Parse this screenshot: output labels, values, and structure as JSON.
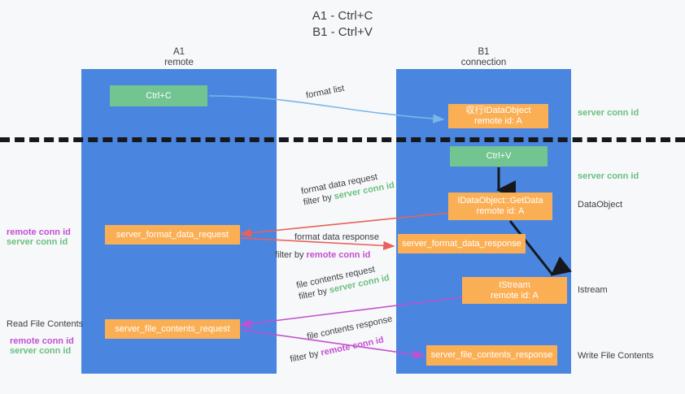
{
  "title": {
    "line1": "A1 - Ctrl+C",
    "line2": "B1 - Ctrl+V"
  },
  "lanes": [
    {
      "id": "A1",
      "name": "A1",
      "role": "remote"
    },
    {
      "id": "B1",
      "name": "B1",
      "role": "connection"
    }
  ],
  "colors": {
    "lane": "#4a86e0",
    "green_node": "#72c490",
    "orange_node": "#fbaf55",
    "server_conn_id": "#6abf7e",
    "remote_conn_id": "#c24fd0",
    "arrow_blue": "#7ab6e8",
    "arrow_red": "#e8615a",
    "arrow_magenta": "#c24fd0",
    "arrow_black": "#16181c",
    "background": "#f7f8fa"
  },
  "nodes": {
    "ctrl_c": {
      "label": "Ctrl+C",
      "style": "green"
    },
    "ctrl_v": {
      "label": "Ctrl+V",
      "style": "green"
    },
    "idataobject": {
      "line1": "収行IDataObject",
      "line2": "remote id: A",
      "style": "orange"
    },
    "getdata": {
      "line1": "IDataObject::GetData",
      "line2": "remote id: A",
      "style": "orange"
    },
    "istream": {
      "line1": "IStream",
      "line2": "remote id: A",
      "style": "orange"
    },
    "server_format_data_request": {
      "label": "server_format_data_request",
      "style": "orange"
    },
    "server_format_data_response": {
      "label": "server_format_data_response",
      "style": "orange"
    },
    "server_file_contents_request": {
      "label": "server_file_contents_request",
      "style": "orange"
    },
    "server_file_contents_response": {
      "label": "server_file_contents_response",
      "style": "orange"
    }
  },
  "right_labels": {
    "server_conn_id_top": "server conn id",
    "server_conn_id_mid": "server conn id",
    "dataobject": "DataObject",
    "istream": "Istream",
    "write_file_contents": "Write File Contents"
  },
  "left_labels": {
    "remote_conn_id_1": "remote conn id",
    "server_conn_id_1": "server conn id",
    "read_file_contents": "Read File Contents",
    "remote_conn_id_2": "remote conn id",
    "server_conn_id_2": "server conn id"
  },
  "edges": {
    "format_list": {
      "label": "format list"
    },
    "format_data_request": {
      "label": "format data request",
      "filter_prefix": "filter by ",
      "filter_target": "server conn id"
    },
    "format_data_response": {
      "label": "format data response",
      "filter_prefix": "filter by ",
      "filter_target": "remote conn id"
    },
    "file_contents_request": {
      "label": "file contents request",
      "filter_prefix": "filter by ",
      "filter_target": "server conn id"
    },
    "file_contents_response": {
      "label": "file contents response",
      "filter_prefix": "filter by ",
      "filter_target": "remote conn id"
    }
  }
}
